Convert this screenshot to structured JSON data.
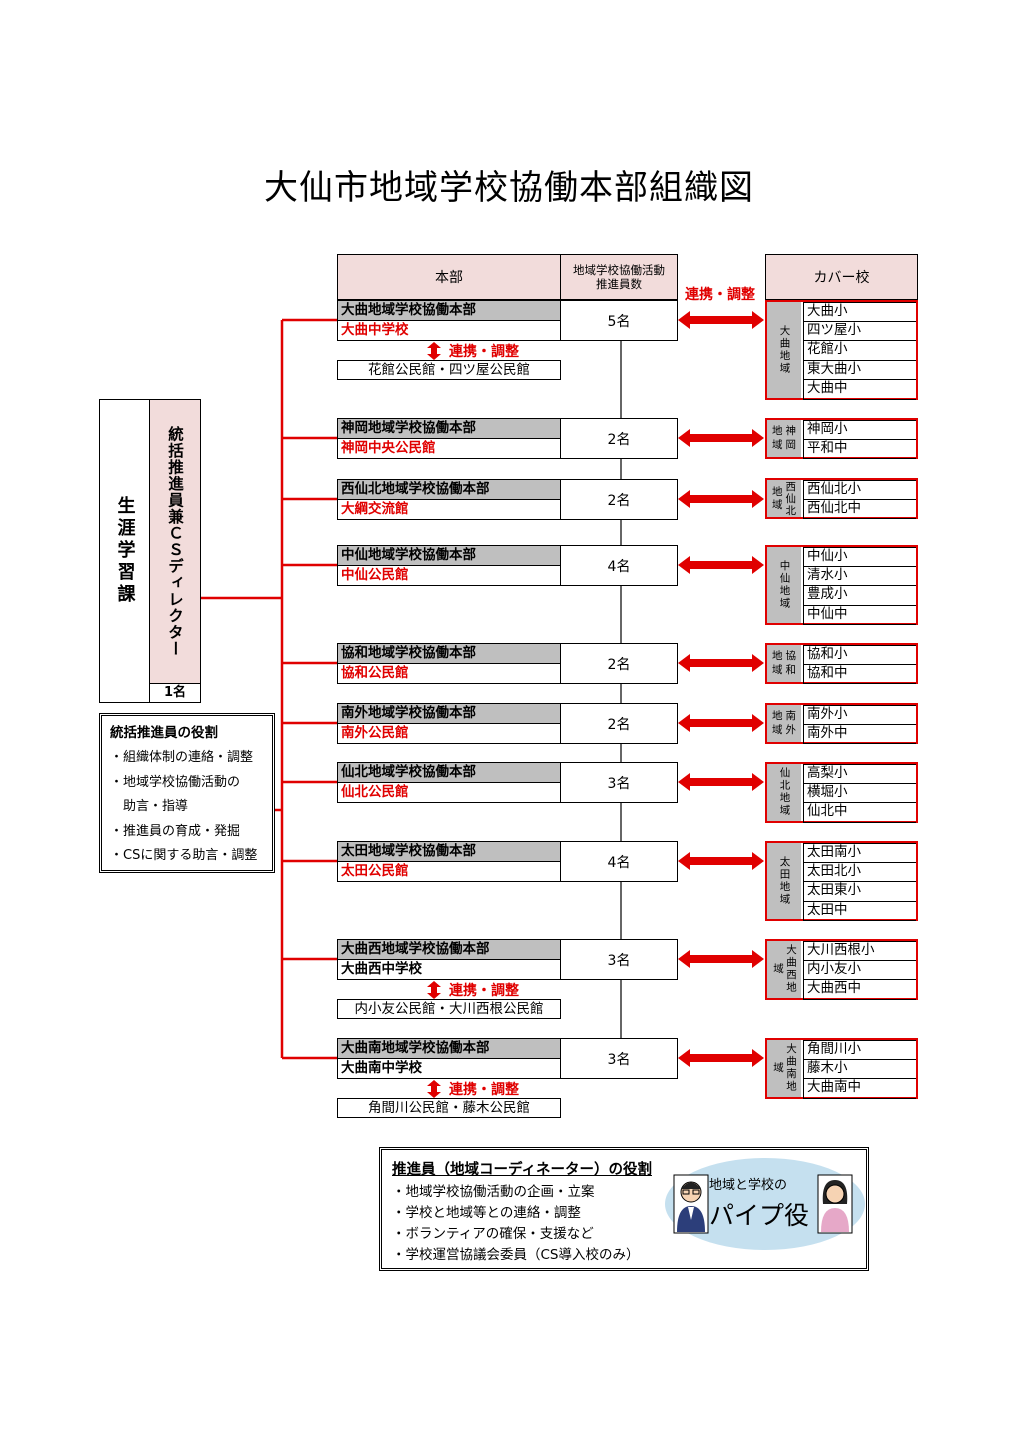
{
  "title": "大仙市地域学校協働本部組織図",
  "headers": {
    "honbu": "本部",
    "count": "地域学校協働活動\n推進員数",
    "cover": "カバー校",
    "liaison": "連携・調整"
  },
  "department": {
    "name": "生涯学習課",
    "director": "統括推進員兼ＣＳディレクター",
    "director_count": "1名"
  },
  "headquarters": [
    {
      "name": "大曲地域学校協働本部",
      "base": "大曲中学校",
      "base_red": true,
      "count": "5名",
      "region": "大曲地域",
      "schools": [
        "大曲小",
        "四ツ屋小",
        "花館小",
        "東大曲小",
        "大曲中"
      ],
      "sub": {
        "liaison": "連携・調整",
        "label": "花館公民館・四ツ屋公民館"
      }
    },
    {
      "name": "神岡地域学校協働本部",
      "base": "神岡中央公民館",
      "base_red": true,
      "count": "2名",
      "region": "神岡地域",
      "schools": [
        "神岡小",
        "平和中"
      ]
    },
    {
      "name": "西仙北地域学校協働本部",
      "base": "大綱交流館",
      "base_red": true,
      "count": "2名",
      "region": "西仙北地域",
      "schools": [
        "西仙北小",
        "西仙北中"
      ]
    },
    {
      "name": "中仙地域学校協働本部",
      "base": "中仙公民館",
      "base_red": true,
      "count": "4名",
      "region": "中仙地域",
      "schools": [
        "中仙小",
        "清水小",
        "豊成小",
        "中仙中"
      ]
    },
    {
      "name": "協和地域学校協働本部",
      "base": "協和公民館",
      "base_red": true,
      "count": "2名",
      "region": "協和地域",
      "schools": [
        "協和小",
        "協和中"
      ]
    },
    {
      "name": "南外地域学校協働本部",
      "base": "南外公民館",
      "base_red": true,
      "count": "2名",
      "region": "南外地域",
      "schools": [
        "南外小",
        "南外中"
      ]
    },
    {
      "name": "仙北地域学校協働本部",
      "base": "仙北公民館",
      "base_red": true,
      "count": "3名",
      "region": "仙北地域",
      "schools": [
        "高梨小",
        "横堀小",
        "仙北中"
      ]
    },
    {
      "name": "太田地域学校協働本部",
      "base": "太田公民館",
      "base_red": true,
      "count": "4名",
      "region": "太田地域",
      "schools": [
        "太田南小",
        "太田北小",
        "太田東小",
        "太田中"
      ]
    },
    {
      "name": "大曲西地域学校協働本部",
      "base": "大曲西中学校",
      "base_red": false,
      "count": "3名",
      "region": "大曲西地域",
      "schools": [
        "大川西根小",
        "内小友小",
        "大曲西中"
      ],
      "sub": {
        "liaison": "連携・調整",
        "label": "内小友公民館・大川西根公民館"
      }
    },
    {
      "name": "大曲南地域学校協働本部",
      "base": "大曲南中学校",
      "base_red": false,
      "count": "3名",
      "region": "大曲南地域",
      "schools": [
        "角間川小",
        "藤木小",
        "大曲南中"
      ],
      "sub": {
        "liaison": "連携・調整",
        "label": "角間川公民館・藤木公民館"
      }
    }
  ],
  "director_role": {
    "title": "統括推進員の役割",
    "items": [
      "・組織体制の連絡・調整",
      "・地域学校協働活動の",
      "　助言・指導",
      "・推進員の育成・発掘",
      "・CSに関する助言・調整"
    ]
  },
  "coordinator_role": {
    "title": "推進員（地域コーディネーター）の役割",
    "items": [
      "・地域学校協働活動の企画・立案",
      "・学校と地域等との連絡・調整",
      "・ボランティアの確保・支援など",
      "・学校運営協議会委員（CS導入校のみ）"
    ],
    "bubble_small": "地域と学校の",
    "bubble_big": "パイプ役"
  },
  "colors": {
    "red": "#e00000",
    "header_pink": "#f2dcdb",
    "gray": "#bfbfbf",
    "bubble": "#c5e0ef"
  }
}
